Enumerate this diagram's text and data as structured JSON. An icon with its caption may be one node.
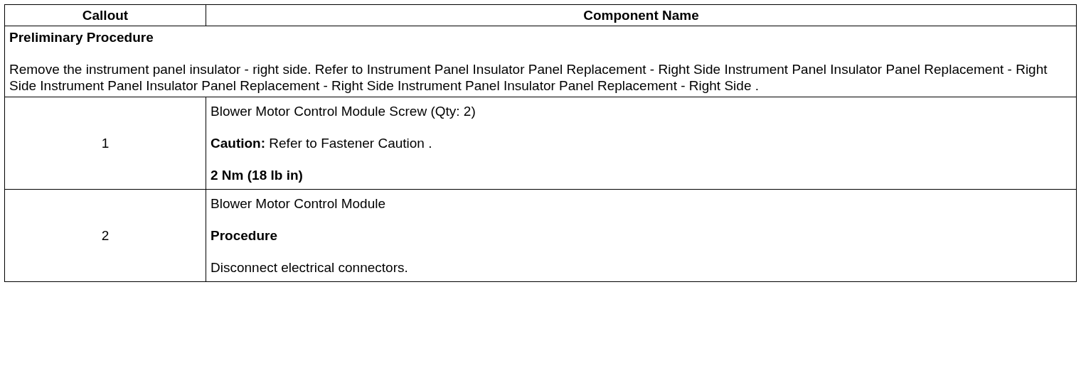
{
  "diagram": {
    "labels": [
      "Callout",
      "Component Name",
      "Preliminary Procedure",
      "Remove the instrument panel insulator - right side. Refer to Instrument Panel Insulator Panel Replacement - Right Side Instrument Panel Insulator Panel Replacement - Right Side Instrument Panel Insulator Panel Replacement - Right Side Instrument Panel Insulator Panel Replacement - Right Side .",
      "1",
      "Blower Motor Control Module Screw (Qty: 2)",
      "**Caution:** Refer to Fastener Caution .",
      "2 Nm (18 lb in)",
      "2",
      "Blower Motor Control Module",
      "Procedure",
      "Disconnect electrical connectors."
    ]
  }
}
